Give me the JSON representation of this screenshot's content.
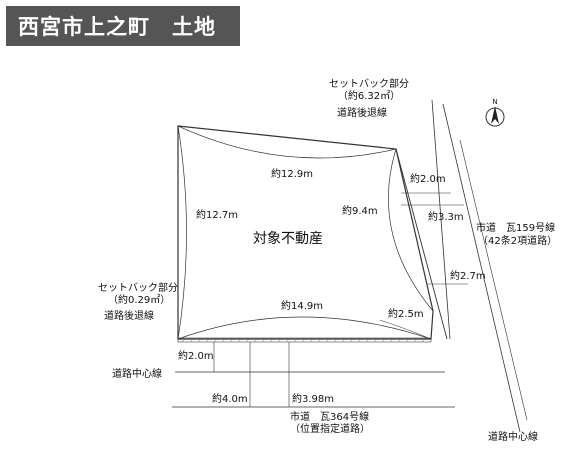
{
  "title": "西宮市上之町　土地",
  "property_label": "対象不動産",
  "north_label": "N",
  "setback_north": {
    "title": "セットバック部分",
    "area": "（約6.32㎡）",
    "line_label": "道路後退線"
  },
  "setback_west": {
    "title": "セットバック部分",
    "area": "（約0.29㎡）",
    "line_label": "道路後退線"
  },
  "dimensions": {
    "top_edge": "約12.9m",
    "left_edge": "約12.7m",
    "right_edge": "約9.4m",
    "bottom_edge": "約14.9m",
    "lower_right": "約2.5m",
    "east_setback_top": "約2.0m",
    "east_road_width": "約3.3m",
    "east_lower": "約2.7m",
    "south_setback": "約2.0m",
    "south_road_width": "約4.0m",
    "south_road_width_alt": "約3.98m"
  },
  "road_east": {
    "name": "市道　瓦159号線",
    "type": "（42条2項道路）",
    "centerline": "道路中心線"
  },
  "road_south": {
    "name": "市道　瓦364号線",
    "type": "（位置指定道路）",
    "centerline": "道路中心線"
  }
}
